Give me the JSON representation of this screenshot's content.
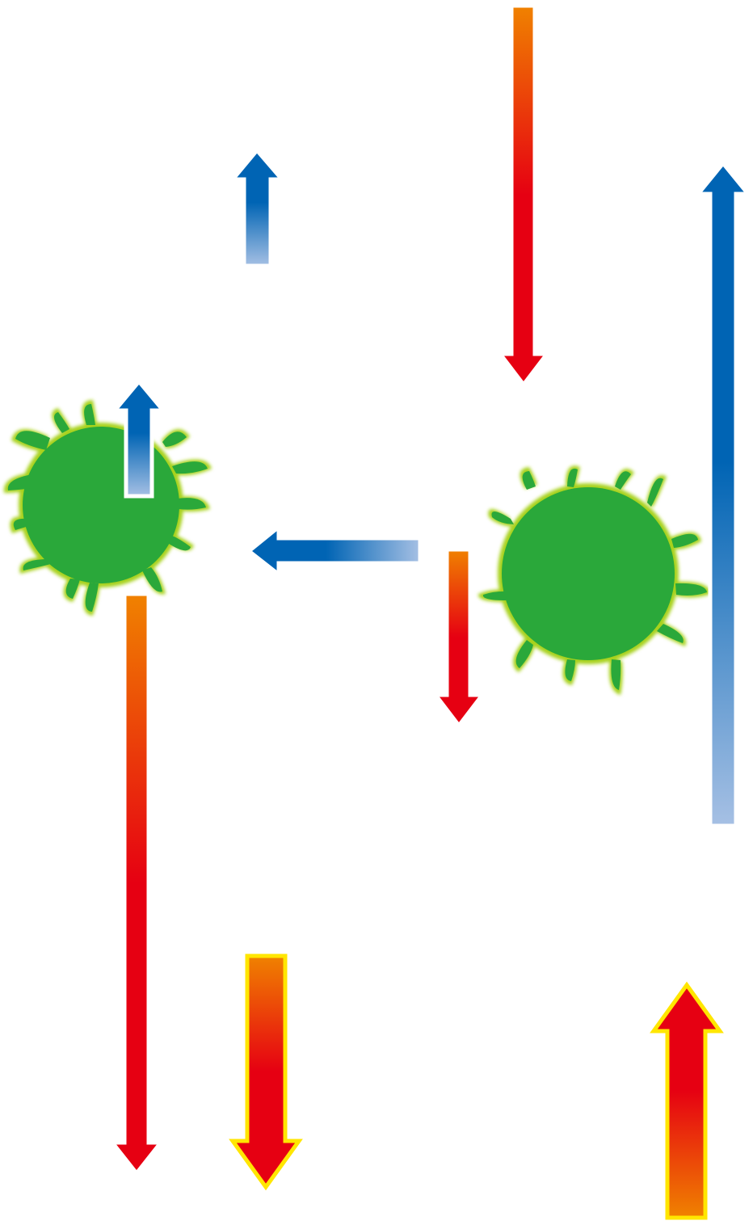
{
  "colors": {
    "background": "#ffffff",
    "splat_fill": "#2aa83a",
    "splat_rim": "#a7d21c",
    "arrow_outline_white": "#ffffff",
    "arrow_outline_yellow": "#ffe600",
    "blue_dark": "#0064b4",
    "blue_light": "#a6c0e4",
    "orange": "#f08200",
    "red": "#e60012"
  },
  "elements": {
    "splats": [
      {
        "name": "green-splat-left"
      },
      {
        "name": "green-splat-right"
      }
    ],
    "arrows": [
      {
        "name": "blue-up-arrow-small-top",
        "direction": "up",
        "gradient": "blue",
        "outline": "white"
      },
      {
        "name": "blue-up-arrow-on-left-splat",
        "direction": "up",
        "gradient": "blue",
        "outline": "white"
      },
      {
        "name": "blue-left-arrow-center",
        "direction": "left",
        "gradient": "blue",
        "outline": "white"
      },
      {
        "name": "blue-up-arrow-long-right",
        "direction": "up",
        "gradient": "blue",
        "outline": "white"
      },
      {
        "name": "red-down-arrow-long-top",
        "direction": "down",
        "gradient": "red",
        "outline": "white"
      },
      {
        "name": "red-down-arrow-short-center",
        "direction": "down",
        "gradient": "red",
        "outline": "white"
      },
      {
        "name": "red-down-arrow-long-left",
        "direction": "down",
        "gradient": "red",
        "outline": "white"
      },
      {
        "name": "red-down-arrow-thick-bottom",
        "direction": "down",
        "gradient": "red",
        "outline": "yellow"
      },
      {
        "name": "red-up-arrow-thick-bottom-right",
        "direction": "up",
        "gradient": "red",
        "outline": "yellow"
      }
    ]
  }
}
